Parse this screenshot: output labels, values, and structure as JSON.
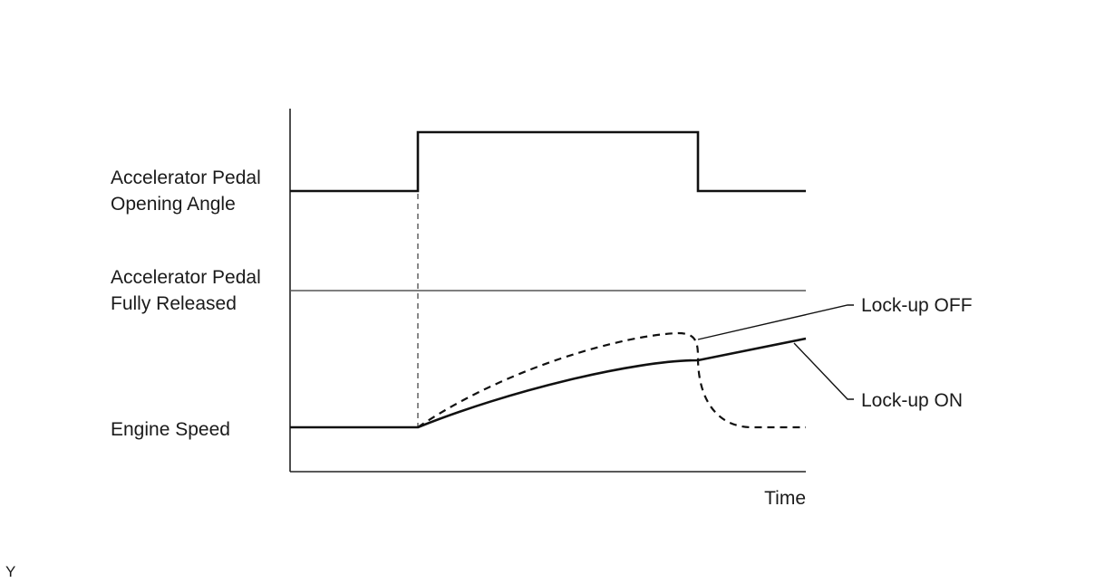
{
  "labels": {
    "pedal_opening_line1": "Accelerator Pedal",
    "pedal_opening_line2": "Opening Angle",
    "pedal_released_line1": "Accelerator Pedal",
    "pedal_released_line2": "Fully Released",
    "engine_speed": "Engine Speed",
    "time": "Time",
    "lockup_off": "Lock-up OFF",
    "lockup_on": "Lock-up ON",
    "corner_mark": "Y"
  }
}
